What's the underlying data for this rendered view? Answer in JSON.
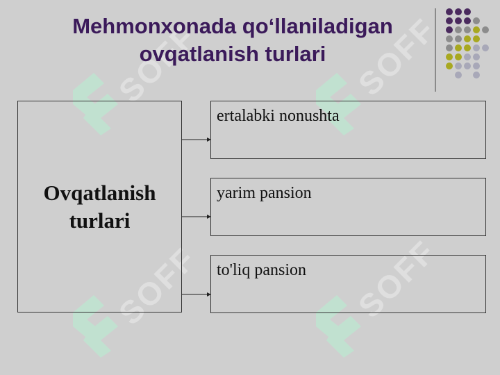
{
  "slide": {
    "title_line1": "Mehmonxonada qo‘llaniladigan",
    "title_line2": "ovqatlanish turlari"
  },
  "diagram": {
    "root_label": "Ovqatlanish\nturlari",
    "children": [
      {
        "label": "ertalabki nonushta"
      },
      {
        "label": "yarim pansion"
      },
      {
        "label": "to'liq pansion"
      }
    ]
  },
  "watermark": {
    "text": "SOFF"
  },
  "colors": {
    "background": "#cfcfcf",
    "title": "#3b1a5a",
    "dot_purple": "#4a2a5e",
    "dot_gray": "#8c8c8c",
    "dot_olive": "#a8a820",
    "dot_light": "#a8a8b8",
    "watermark_green": "#b7f0d2"
  }
}
